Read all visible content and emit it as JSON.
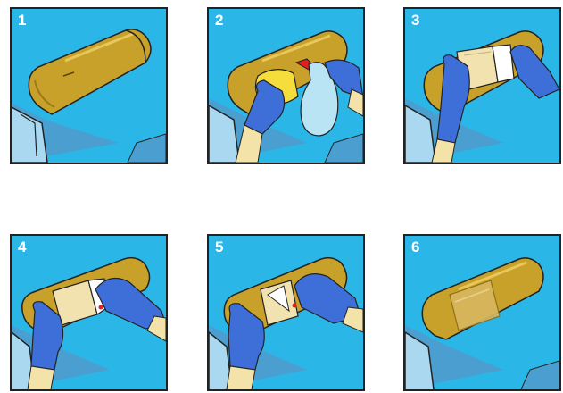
{
  "steps": [
    {
      "number": "1"
    },
    {
      "number": "2"
    },
    {
      "number": "3"
    },
    {
      "number": "4"
    },
    {
      "number": "5"
    },
    {
      "number": "6"
    }
  ],
  "colors": {
    "background": "#2bb6e8",
    "mattress": "#4a9fd0",
    "mattress_edge": "#a9d8f0",
    "cushion": "#c8a12a",
    "cushion_shadow": "#9c7a18",
    "glove": "#3e6fd8",
    "glove_dark": "#1f3f8f",
    "skin": "#f3e3a8",
    "cloth": "#f5dd3c",
    "spray_bottle": "#b8e4f4",
    "spray_nozzle": "#e02020",
    "dressing": "#f2e2b0",
    "outline": "#222222"
  },
  "icons": [
    "positioning-pad-icon",
    "glove-icon",
    "cloth-icon",
    "spray-bottle-icon",
    "dressing-icon"
  ]
}
